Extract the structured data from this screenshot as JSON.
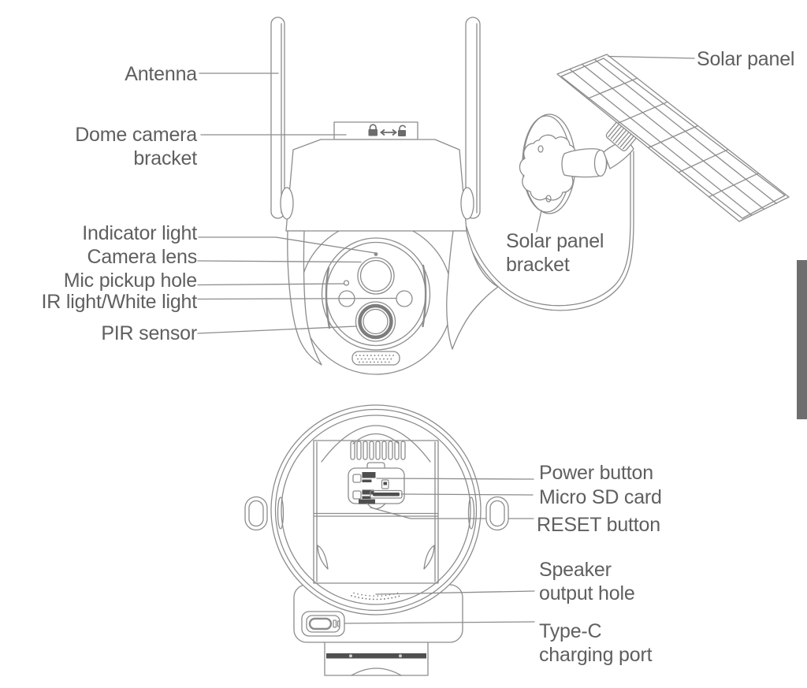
{
  "page": {
    "background": "#ffffff",
    "line_color": "#8c8c8c",
    "label_color": "#5f5f5f",
    "edge_tab_color": "#6e6e6e"
  },
  "figure": {
    "type": "diagram",
    "subject": "Solar-powered dome security camera parts diagram",
    "views": {
      "front": {
        "callouts": {
          "antenna": "Antenna",
          "dome_camera_bracket": "Dome camera bracket",
          "indicator_light": "Indicator light",
          "camera_lens": "Camera lens",
          "mic_pickup_hole": "Mic pickup hole",
          "ir_light": "IR light/White light",
          "pir_sensor": "PIR sensor"
        },
        "top_bracket_icons": [
          "closed-padlock-icon",
          "double-arrow-icon",
          "open-padlock-icon"
        ]
      },
      "solar": {
        "callouts": {
          "solar_panel": "Solar panel",
          "solar_panel_bracket": "Solar panel bracket"
        }
      },
      "bottom": {
        "callouts": {
          "power_button": "Power button",
          "micro_sd_card": "Micro SD card",
          "reset_button": "RESET button",
          "speaker_output_hole": "Speaker output hole",
          "type_c_charging_port": "Type-C charging port"
        }
      }
    }
  }
}
